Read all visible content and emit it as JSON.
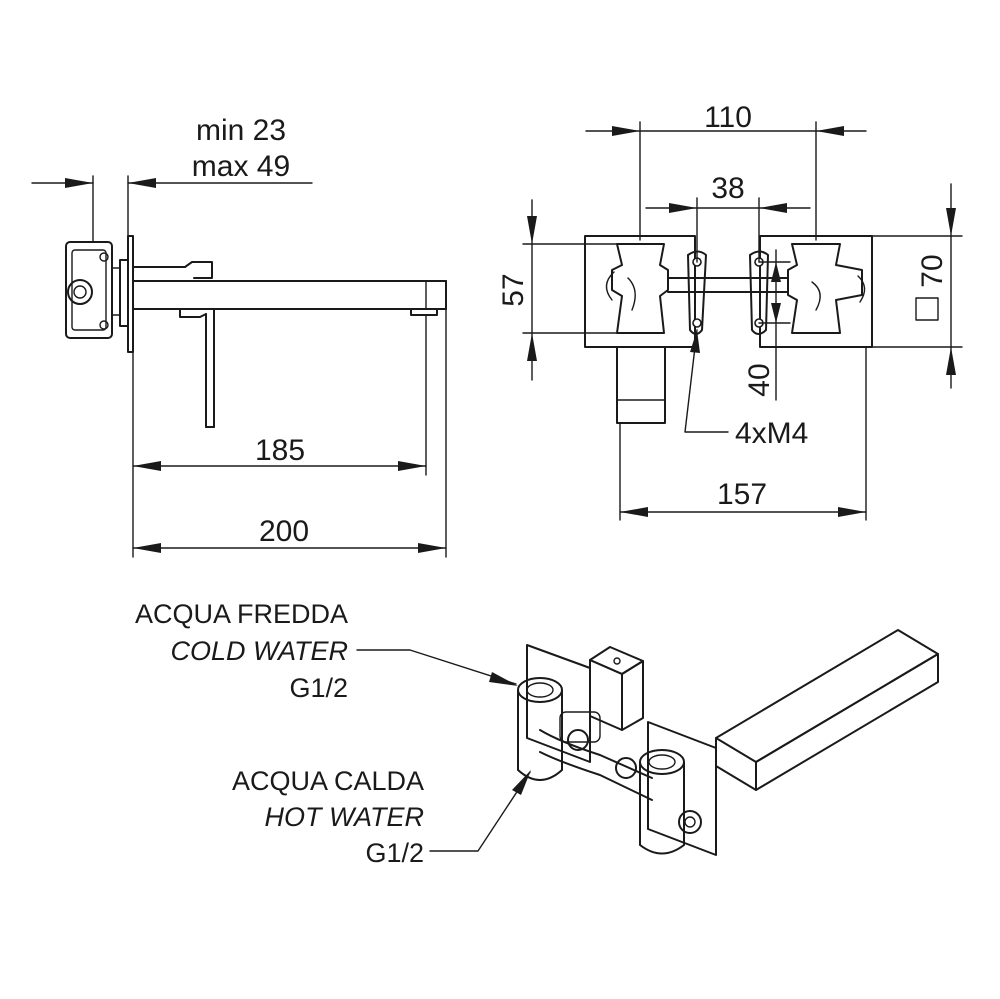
{
  "side_view": {
    "depth_min": "min 23",
    "depth_max": "max 49",
    "spout_reach": "185",
    "overall_length": "200"
  },
  "front_view": {
    "center_distance": "110",
    "bracket_distance": "38",
    "plate_height": "57",
    "handle_offset": "40",
    "fixing_screws": "4xM4",
    "overall_width": "157",
    "plate_size": "70",
    "square_symbol": "□"
  },
  "connections": {
    "cold": {
      "label_it": "ACQUA FREDDA",
      "label_en": "COLD WATER",
      "thread": "G1/2"
    },
    "hot": {
      "label_it": "ACQUA CALDA",
      "label_en": "HOT WATER",
      "thread": "G1/2"
    }
  }
}
